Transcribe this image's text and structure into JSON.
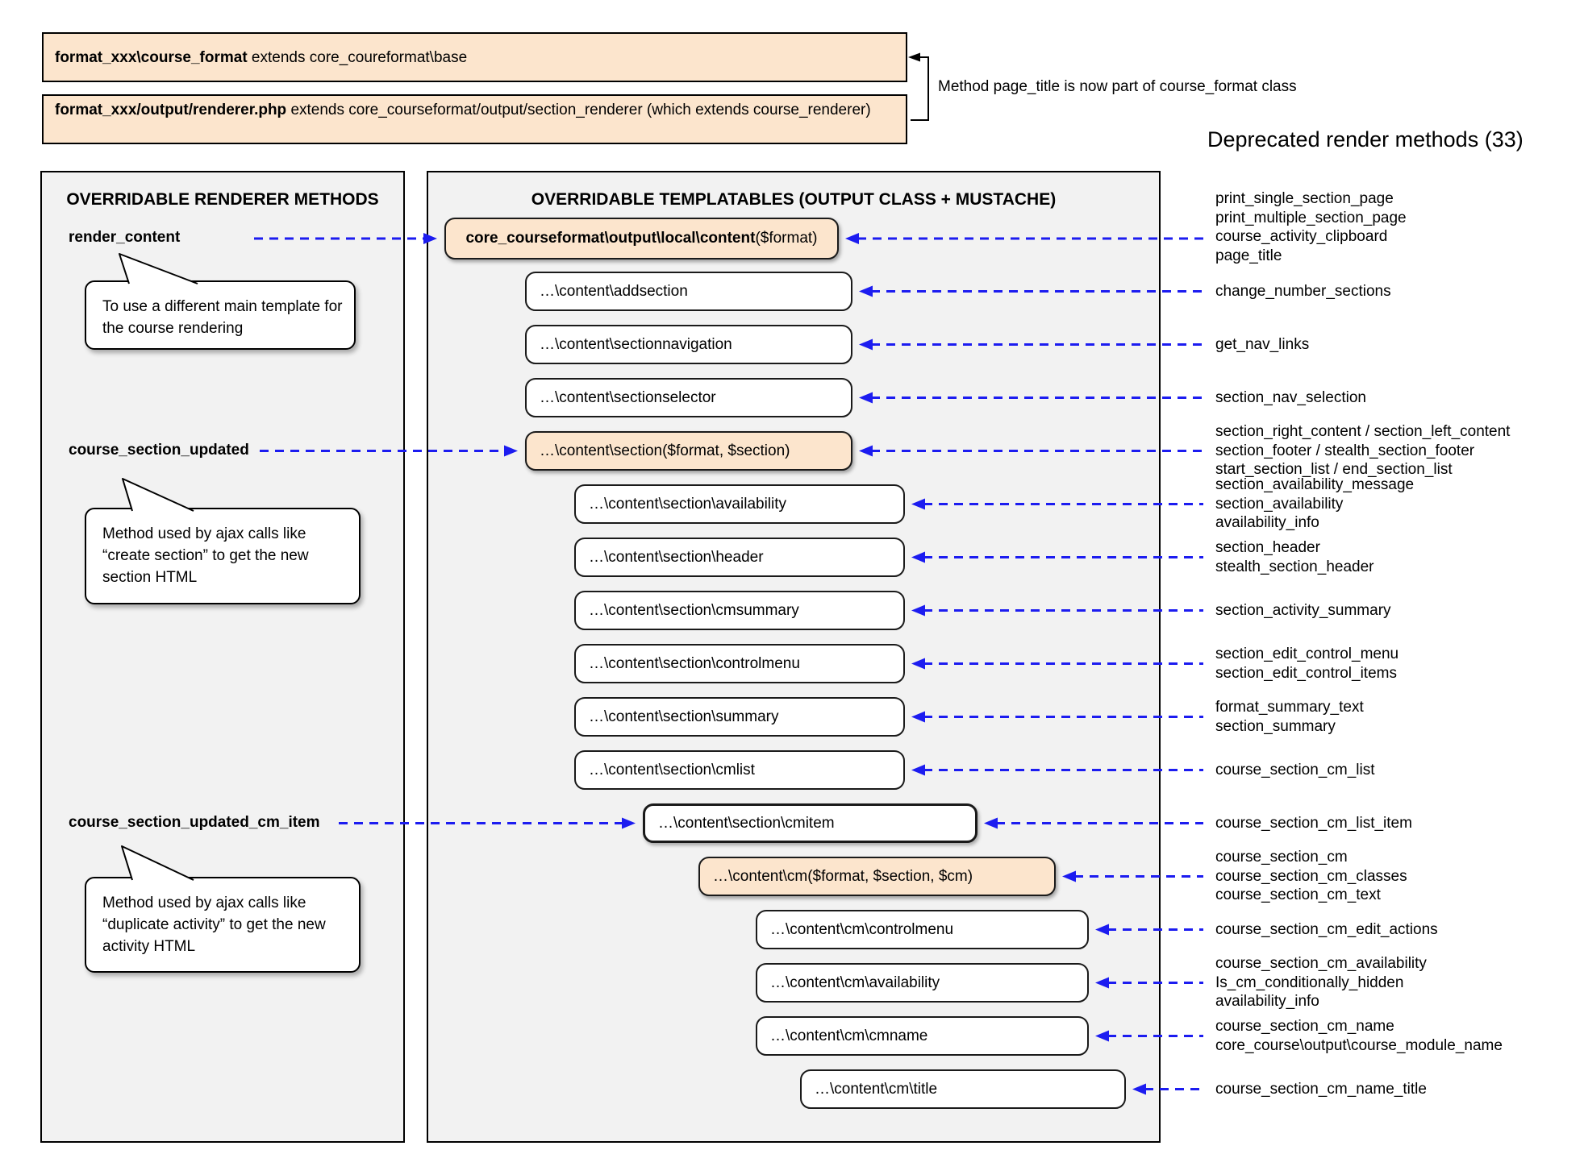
{
  "header": {
    "box1": {
      "bold": "format_xxx\\course_format",
      "rest": " extends core_coureformat\\base"
    },
    "box2": {
      "bold": "format_xxx/output/renderer.php",
      "rest": " extends core_courseformat/output/section_renderer (which extends course_renderer)"
    },
    "note": "Method page_title is now part of course_format class",
    "deprecated_title": "Deprecated render methods (33)"
  },
  "left_panel": {
    "title": "OVERRIDABLE RENDERER METHODS",
    "methods": [
      {
        "label": "render_content",
        "bubble_lines": [
          "To use a different main template for",
          "the course rendering"
        ]
      },
      {
        "label": "course_section_updated",
        "bubble_lines": [
          "Method used by ajax calls like",
          "“create section” to get the new",
          "section HTML"
        ]
      },
      {
        "label": "course_section_updated_cm_item",
        "bubble_lines": [
          "Method used by ajax calls like",
          "“duplicate activity” to get the new",
          "activity HTML"
        ]
      }
    ]
  },
  "right_panel": {
    "title": "OVERRIDABLE TEMPLATABLES (OUTPUT CLASS + MUSTACHE)",
    "boxes": [
      {
        "label": "core_courseformat\\output\\local\\content",
        "param": " ($format)",
        "kind": "orange",
        "bold": true
      },
      {
        "label": "…\\content\\addsection",
        "param": "",
        "kind": "white",
        "bold": false
      },
      {
        "label": "…\\content\\sectionnavigation",
        "param": "",
        "kind": "white",
        "bold": false
      },
      {
        "label": "…\\content\\sectionselector",
        "param": "",
        "kind": "white",
        "bold": false
      },
      {
        "label": "…\\content\\section",
        "param": " ($format, $section)",
        "kind": "orange",
        "bold": false
      },
      {
        "label": "…\\content\\section\\availability",
        "param": "",
        "kind": "white",
        "bold": false
      },
      {
        "label": "…\\content\\section\\header",
        "param": "",
        "kind": "white",
        "bold": false
      },
      {
        "label": "…\\content\\section\\cmsummary",
        "param": "",
        "kind": "white",
        "bold": false
      },
      {
        "label": "…\\content\\section\\controlmenu",
        "param": "",
        "kind": "white",
        "bold": false
      },
      {
        "label": "…\\content\\section\\summary",
        "param": "",
        "kind": "white",
        "bold": false
      },
      {
        "label": "…\\content\\section\\cmlist",
        "param": "",
        "kind": "white",
        "bold": false
      },
      {
        "label": "…\\content\\section\\cmitem",
        "param": "",
        "kind": "white-thick",
        "bold": false
      },
      {
        "label": "…\\content\\cm",
        "param": " ($format, $section, $cm)",
        "kind": "orange",
        "bold": false
      },
      {
        "label": "…\\content\\cm\\controlmenu",
        "param": "",
        "kind": "white",
        "bold": false
      },
      {
        "label": "…\\content\\cm\\availability",
        "param": "",
        "kind": "white",
        "bold": false
      },
      {
        "label": "…\\content\\cm\\cmname",
        "param": "",
        "kind": "white",
        "bold": false
      },
      {
        "label": "…\\content\\cm\\title",
        "param": "",
        "kind": "white",
        "bold": false
      }
    ]
  },
  "deprecated_groups": [
    {
      "lines": [
        "print_single_section_page",
        "print_multiple_section_page",
        "course_activity_clipboard",
        "page_title"
      ]
    },
    {
      "lines": [
        "change_number_sections"
      ]
    },
    {
      "lines": [
        "get_nav_links"
      ]
    },
    {
      "lines": [
        "section_nav_selection"
      ]
    },
    {
      "lines": [
        "section_right_content / section_left_content",
        "section_footer / stealth_section_footer",
        "start_section_list / end_section_list"
      ]
    },
    {
      "lines": [
        "section_availability_message",
        "section_availability",
        "availability_info"
      ]
    },
    {
      "lines": [
        "section_header",
        "stealth_section_header"
      ]
    },
    {
      "lines": [
        "section_activity_summary"
      ]
    },
    {
      "lines": [
        "section_edit_control_menu",
        "section_edit_control_items"
      ]
    },
    {
      "lines": [
        "format_summary_text",
        "section_summary"
      ]
    },
    {
      "lines": [
        "course_section_cm_list"
      ]
    },
    {
      "lines": [
        "course_section_cm_list_item"
      ]
    },
    {
      "lines": [
        "course_section_cm",
        "course_section_cm_classes",
        "course_section_cm_text"
      ]
    },
    {
      "lines": [
        "course_section_cm_edit_actions"
      ]
    },
    {
      "lines": [
        "course_section_cm_availability",
        "Is_cm_conditionally_hidden",
        "availability_info"
      ]
    },
    {
      "lines": [
        "course_section_cm_name",
        "core_course\\output\\course_module_name"
      ]
    },
    {
      "lines": [
        "course_section_cm_name_title"
      ]
    }
  ],
  "colors": {
    "box_fill": "#fce5cd",
    "panel_fill": "#f2f2f2",
    "arrow_blue": "#1c1cf0",
    "line_black": "#000000"
  }
}
